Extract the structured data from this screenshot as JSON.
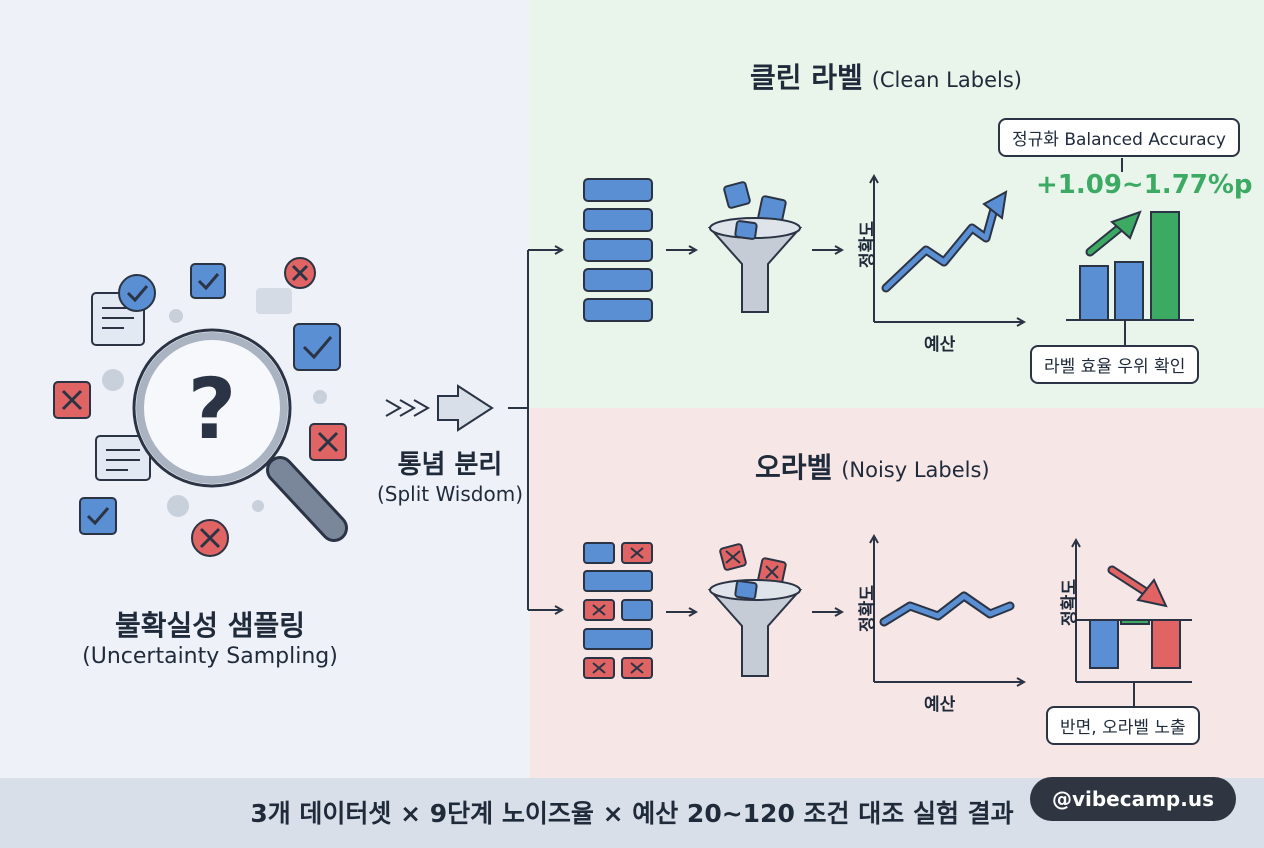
{
  "left": {
    "title_ko": "불확실성 샘플링",
    "title_en": "(Uncertainty Sampling)",
    "magnifier_glyph": "?"
  },
  "center": {
    "title_ko": "통념 분리",
    "title_en": "(Split Wisdom)"
  },
  "clean": {
    "title_ko": "클린 라벨",
    "title_en": "(Clean Labels)",
    "y_label": "정확도",
    "x_label": "예산",
    "metric_label": "정규화 Balanced Accuracy",
    "gain": "+1.09~1.77%p",
    "conclusion": "라벨 효율 우위 확인"
  },
  "noisy": {
    "title_ko": "오라벨",
    "title_en": "(Noisy Labels)",
    "y_label": "정확도",
    "x_label": "예산",
    "bar_y_label": "정확도",
    "conclusion": "반면, 오라벨 노출"
  },
  "footer": {
    "text": "3개 데이터셋 × 9단계 노이즈율 × 예산 20~120 조건 대조 실험 결과",
    "badge": "@vibecamp.us"
  },
  "colors": {
    "blue": "#5b8fd4",
    "red": "#e06464",
    "green": "#3daa63",
    "dark": "#2b3445"
  }
}
